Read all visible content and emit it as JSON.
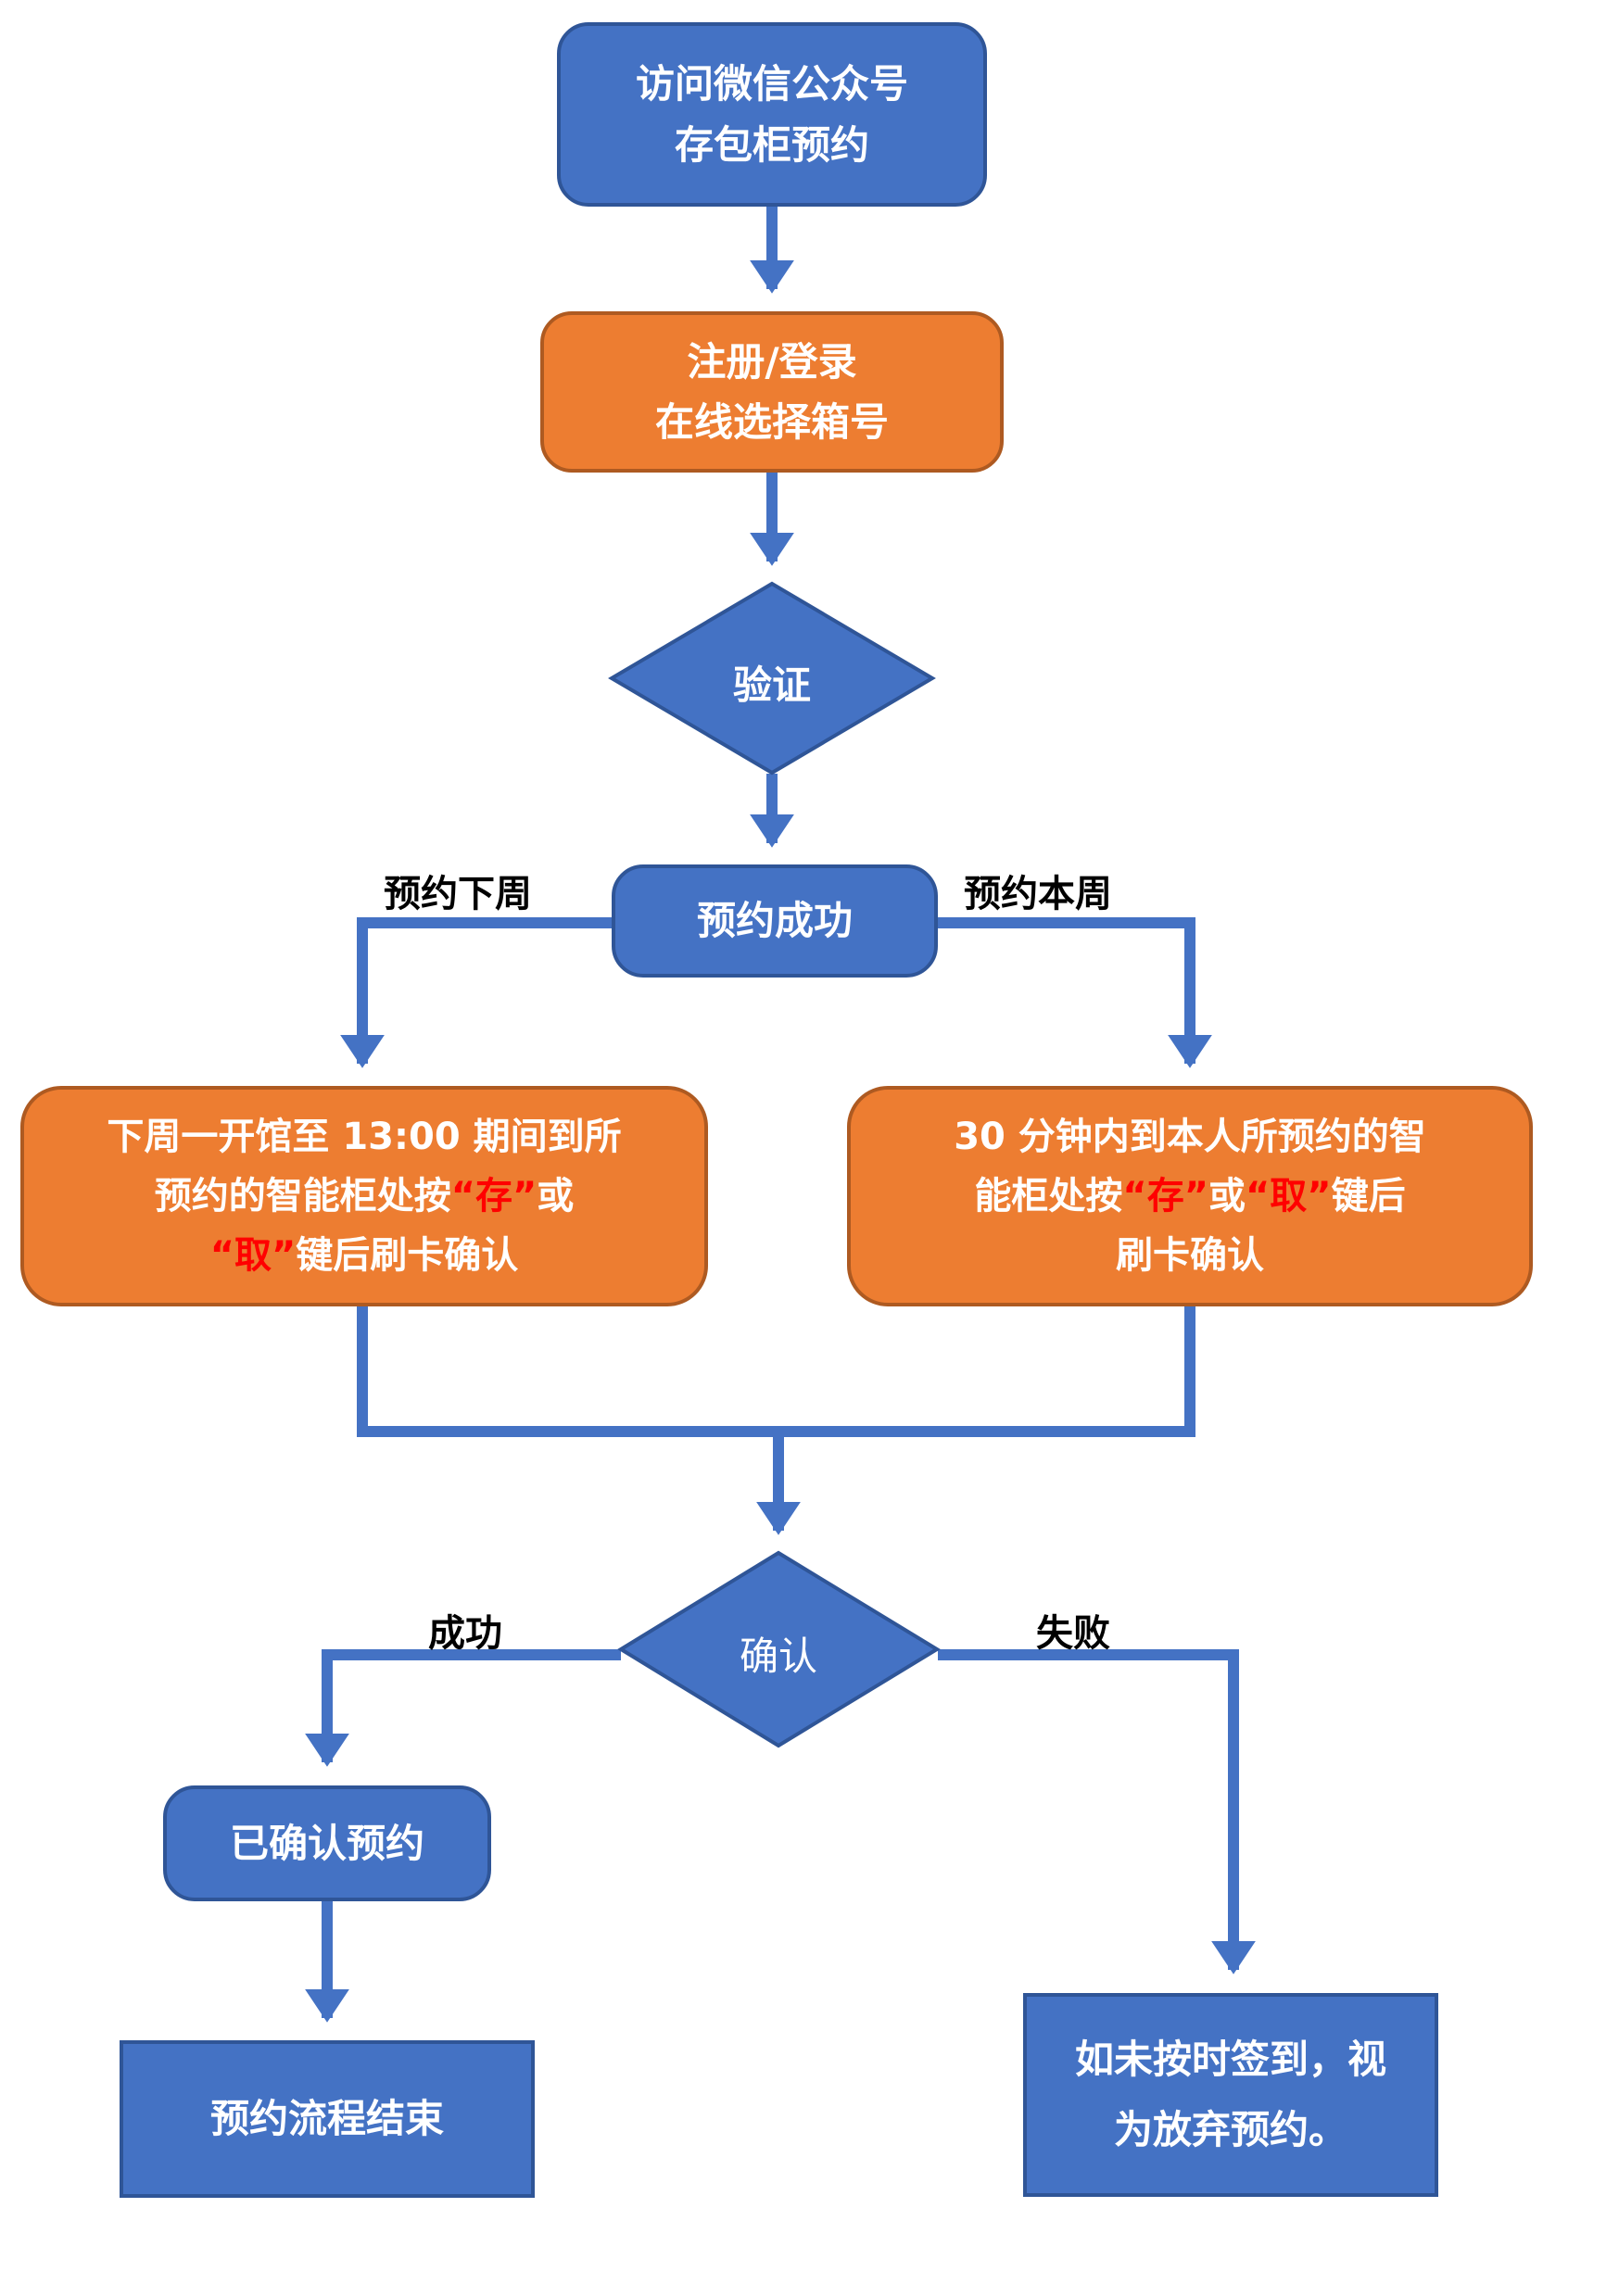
{
  "diagram": {
    "type": "flowchart",
    "colors": {
      "process_blue": "#4472C4",
      "process_blue_border": "#2F5597",
      "action_orange": "#ED7D31",
      "action_orange_border": "#AE5A21",
      "connector": "#4472C4",
      "highlight_red": "#FF0000",
      "label_black": "#000000"
    },
    "nodes": {
      "start": {
        "line1": "访问微信公众号",
        "line2": "存包柜预约"
      },
      "register": {
        "line1": "注册/登录",
        "line2": "在线选择箱号"
      },
      "verify": {
        "text": "验证"
      },
      "booked": {
        "text": "预约成功"
      },
      "next_week_action": {
        "line1": "下周一开馆至 13:00 期间到所",
        "line2_pre": "预约的智能柜处按",
        "key_store": "“存”",
        "line2_post": "或",
        "key_take": "“取”",
        "line3_post": "键后刷卡确认"
      },
      "this_week_action": {
        "line1": "30 分钟内到本人所预约的智",
        "line2_pre": "能柜处按",
        "key_store": "“存”",
        "line2_mid": "或",
        "key_take": "“取”",
        "line2_post": "键后",
        "line3": "刷卡确认"
      },
      "confirm": {
        "text": "确认"
      },
      "confirmed": {
        "text": "已确认预约"
      },
      "end": {
        "text": "预约流程结束"
      },
      "failed": {
        "line1": "如未按时签到，视",
        "line2": "为放弃预约。"
      }
    },
    "edge_labels": {
      "next_week": "预约下周",
      "this_week": "预约本周",
      "success": "成功",
      "failure": "失败"
    },
    "edges": [
      {
        "from": "start",
        "to": "register"
      },
      {
        "from": "register",
        "to": "verify"
      },
      {
        "from": "verify",
        "to": "booked"
      },
      {
        "from": "booked",
        "to": "next_week_action",
        "label": "预约下周"
      },
      {
        "from": "booked",
        "to": "this_week_action",
        "label": "预约本周"
      },
      {
        "from": "next_week_action",
        "to": "confirm"
      },
      {
        "from": "this_week_action",
        "to": "confirm"
      },
      {
        "from": "confirm",
        "to": "confirmed",
        "label": "成功"
      },
      {
        "from": "confirm",
        "to": "failed",
        "label": "失败"
      },
      {
        "from": "confirmed",
        "to": "end"
      }
    ]
  }
}
